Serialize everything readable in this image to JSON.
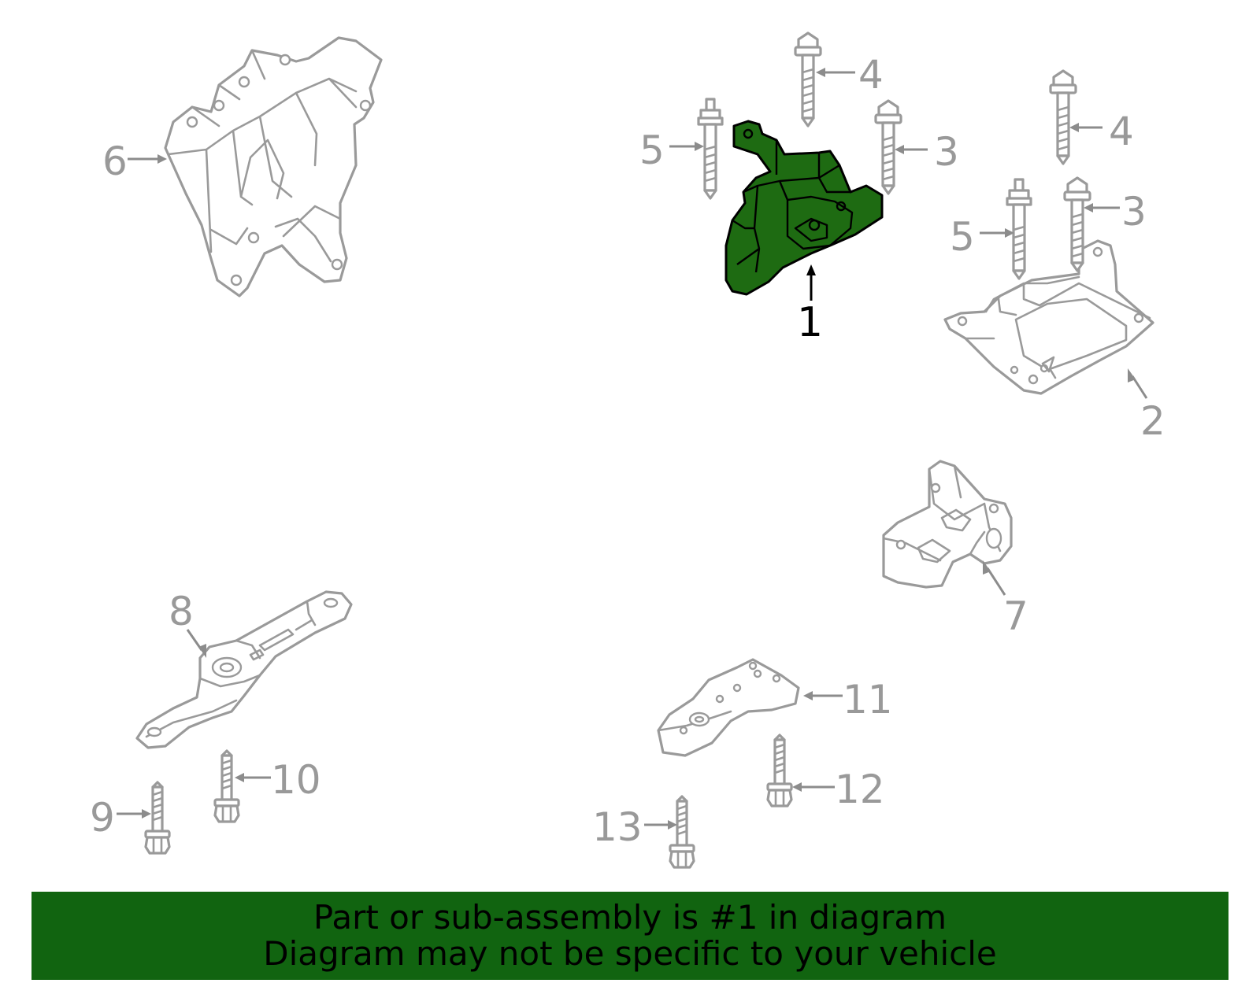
{
  "callouts": {
    "c1": "1",
    "c2": "2",
    "c3a": "3",
    "c3b": "3",
    "c4a": "4",
    "c4b": "4",
    "c5a": "5",
    "c5b": "5",
    "c6": "6",
    "c7": "7",
    "c8": "8",
    "c9": "9",
    "c10": "10",
    "c11": "11",
    "c12": "12",
    "c13": "13"
  },
  "footer": {
    "line1": "Part or sub-assembly is #1 in diagram",
    "line2": "Diagram may not be specific to your vehicle"
  },
  "colors": {
    "highlight_part": "#1e6b12",
    "banner": "#116410",
    "line_art": "#9a9a9a"
  }
}
